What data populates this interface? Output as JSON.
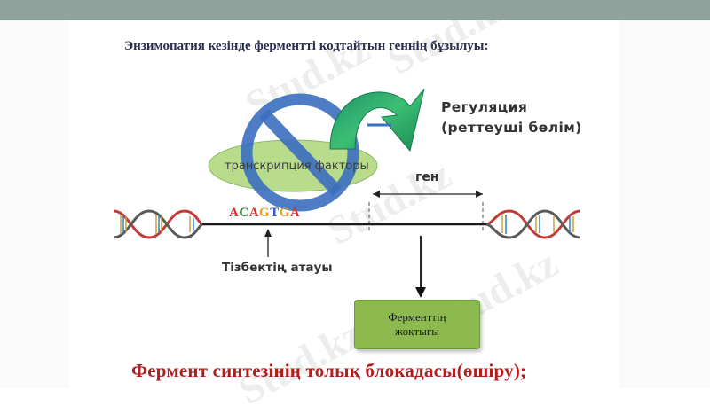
{
  "slide": {
    "title": "Энзимопатия кезінде ферментті кодтайтын геннің бұзылуы:",
    "regulation_line1": "Регуляция",
    "regulation_line2": "(реттеуші  бөлім)",
    "gene_label": "ген",
    "sequence": [
      "A",
      "C",
      "A",
      "G",
      "T",
      "G",
      "A"
    ],
    "sequence_colors": [
      "#d9302a",
      "#2f7d32",
      "#d9302a",
      "#e3a21a",
      "#2a5ab8",
      "#e3a21a",
      "#d9302a"
    ],
    "sequence_name": "Тізбектің атауы",
    "transcription_factor_label": "транскрипция факторы",
    "enzyme_box_line1": "Ферменттің",
    "enzyme_box_line2": "жоқтығы",
    "bottom_text": "Фермент синтезінің толық блокадасы(өшіру);",
    "watermark": "Stud.kz"
  },
  "colors": {
    "title": "#2a2f52",
    "bottom_text": "#b01e1e",
    "ellipse_fill": "#b9dc8c",
    "no_sign": "#3b6fbf",
    "arrow_green": "#2da16a",
    "enzyme_box": "#8dba4f",
    "top_band": "#8fa39c"
  },
  "icons": [
    "dna-double-helix-icon",
    "prohibition-sign-icon",
    "curved-regulation-arrow-icon",
    "down-arrow-icon",
    "up-arrow-icon"
  ]
}
